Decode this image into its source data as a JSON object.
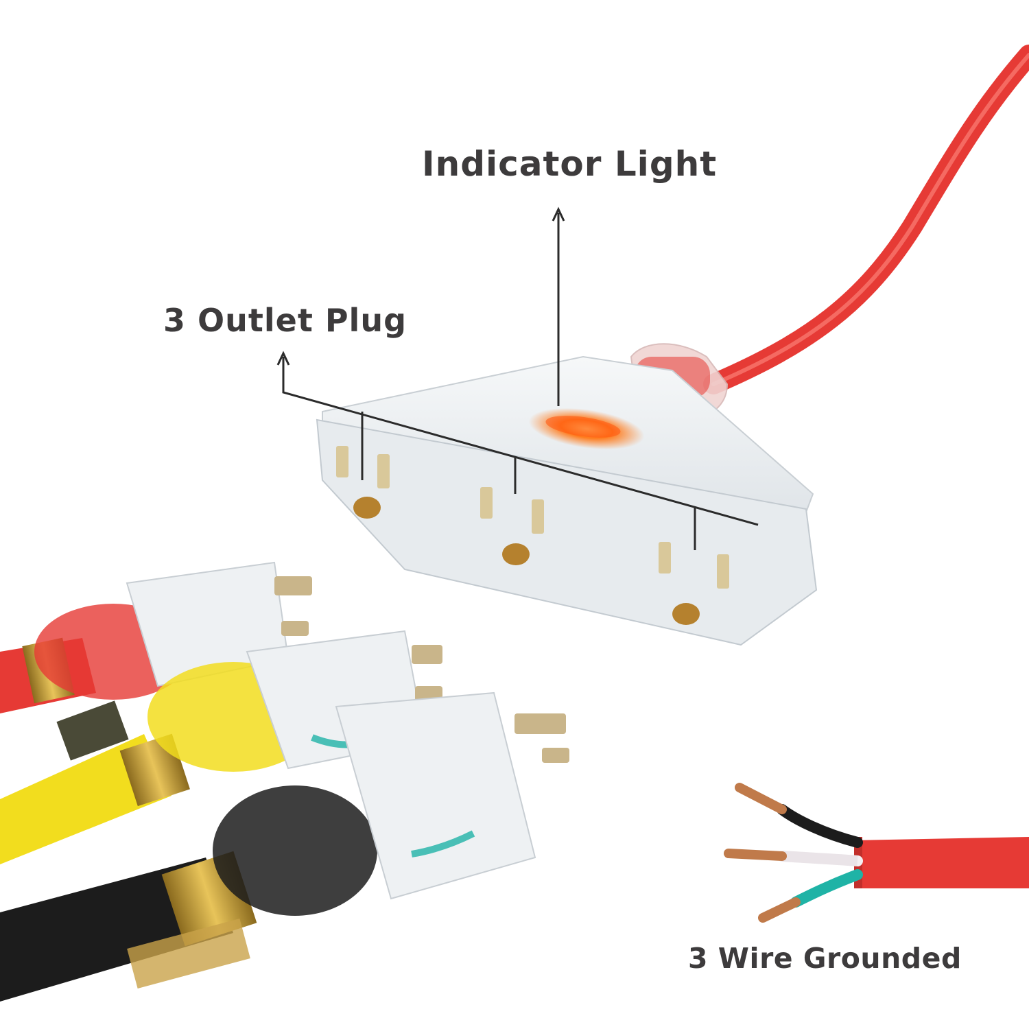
{
  "labels": {
    "indicator_light": "Indicator Light",
    "outlet_plug": "3 Outlet Plug",
    "wire_grounded": "3 Wire Grounded"
  },
  "colors": {
    "label_text": "#3d3b3c",
    "pointer_line": "#2b2b2b",
    "cord_red": "#e63a35",
    "cord_yellow": "#f2dd1e",
    "cord_black": "#1c1c1c",
    "indicator_glow": "#ff7a1a",
    "clear_housing": "#e9edf0",
    "copper": "#c07a4a",
    "ground_wire": "#1fb3a6",
    "neutral_wire": "#f4f0f2"
  },
  "icons": {
    "triple_outlet": "triple-outlet-block",
    "plugs": "three-prong-plug",
    "wire": "stripped-three-conductor-wire"
  }
}
